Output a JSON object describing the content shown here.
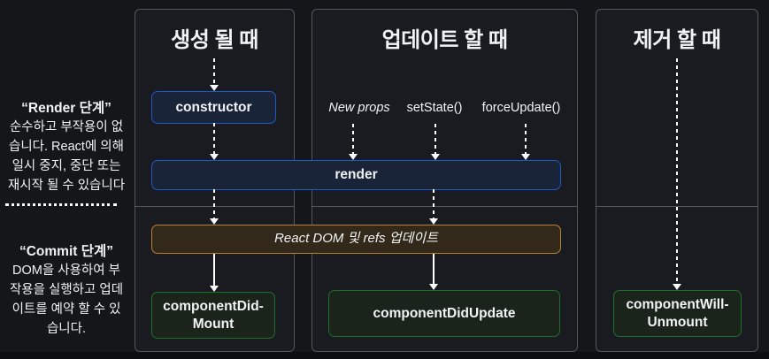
{
  "sidebar": {
    "render_phase": {
      "title": "“Render 단계”",
      "body": "순수하고 부작용이 없\n습니다. React에 의해\n일시 중지, 중단 또는\n재시작 될 수 있습니다"
    },
    "commit_phase": {
      "title": "“Commit 단계”",
      "body": "DOM을 사용하여 부\n작용을 실행하고 업데\n이트를 예약 할 수 있\n습니다."
    }
  },
  "columns": {
    "mount": {
      "header": "생성 될 때"
    },
    "update": {
      "header": "업데이트 할 때",
      "triggers": [
        "New props",
        "setState()",
        "forceUpdate()"
      ]
    },
    "unmount": {
      "header": "제거 할 때"
    }
  },
  "boxes": {
    "constructor": "constructor",
    "render": "render",
    "dom_update": "React DOM 및 refs 업데이트",
    "did_mount": "componentDid-\nMount",
    "did_update": "componentDidUpdate",
    "will_unmount": "componentWill-\nUnmount"
  },
  "colors": {
    "render_phase_box_border": "#1f5ac4",
    "dom_update_box_border": "#b5832f",
    "commit_box_border": "#1d6f2b",
    "column_border": "#55565b",
    "background": "#15161a"
  }
}
